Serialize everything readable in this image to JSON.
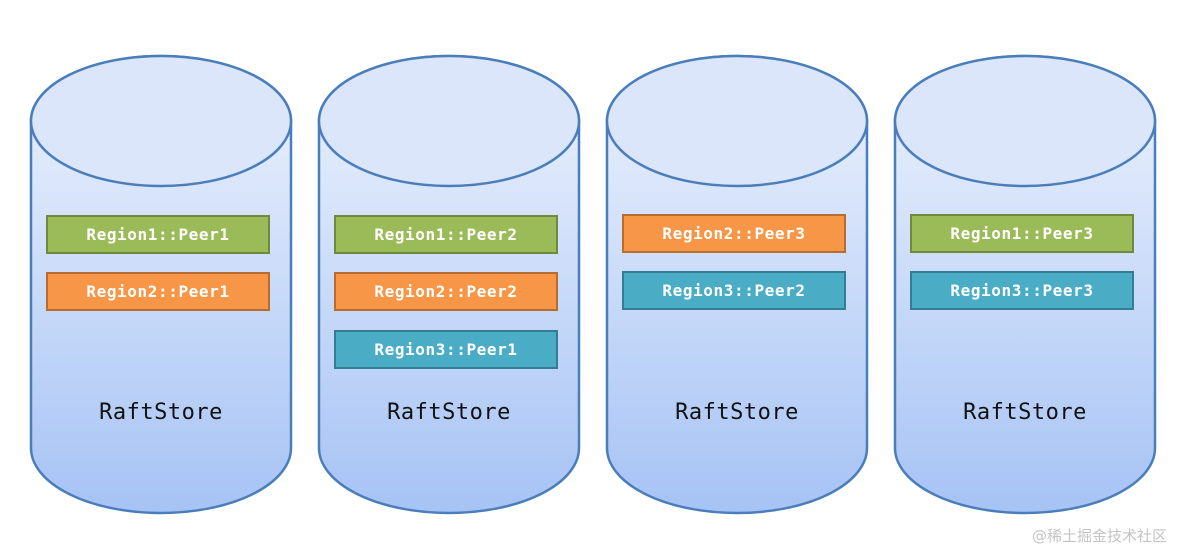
{
  "colors": {
    "cylinder_fill_top": "#eef3fd",
    "cylinder_fill_bottom": "#a6c3f5",
    "cylinder_stroke": "#4a7ebb",
    "region1": "#9bbb59",
    "region2": "#f79646",
    "region3": "#4bacc6"
  },
  "stores": [
    {
      "label": "RaftStore",
      "peers": [
        {
          "text": "Region1::Peer1",
          "region": "region1"
        },
        {
          "text": "Region2::Peer1",
          "region": "region2"
        }
      ]
    },
    {
      "label": "RaftStore",
      "peers": [
        {
          "text": "Region1::Peer2",
          "region": "region1"
        },
        {
          "text": "Region2::Peer2",
          "region": "region2"
        },
        {
          "text": "Region3::Peer1",
          "region": "region3"
        }
      ]
    },
    {
      "label": "RaftStore",
      "peers": [
        {
          "text": "Region2::Peer3",
          "region": "region2"
        },
        {
          "text": "Region3::Peer2",
          "region": "region3"
        }
      ]
    },
    {
      "label": "RaftStore",
      "peers": [
        {
          "text": "Region1::Peer3",
          "region": "region1"
        },
        {
          "text": "Region3::Peer3",
          "region": "region3"
        }
      ]
    }
  ],
  "watermark": "@稀土掘金技术社区"
}
